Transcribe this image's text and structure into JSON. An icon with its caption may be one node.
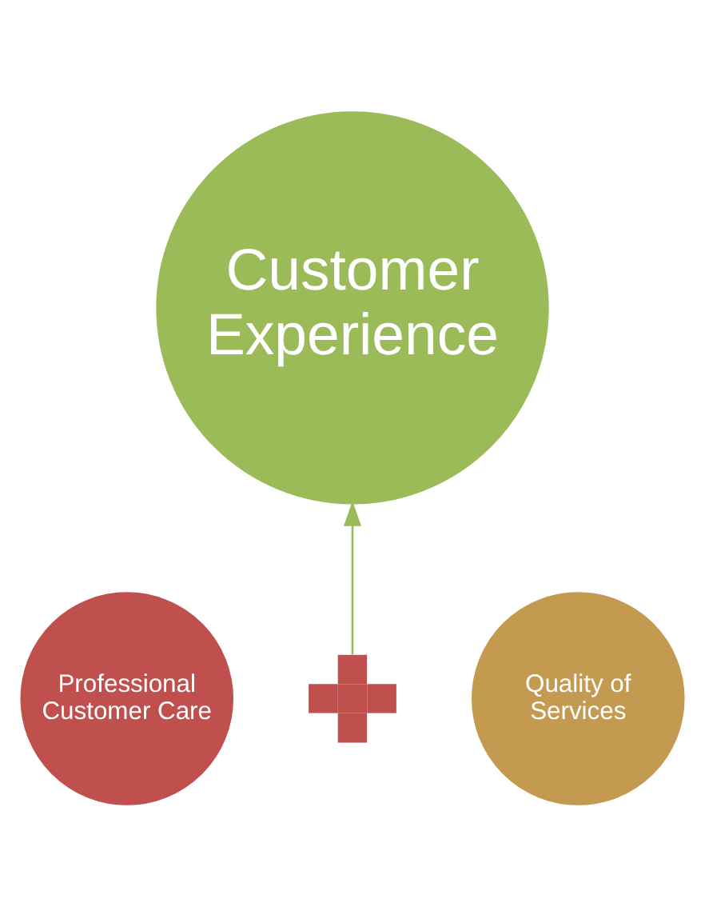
{
  "diagram": {
    "nodes": [
      {
        "text": [
          "Customer Experience"
        ]
      },
      {
        "text": [
          "Professional Customer Care"
        ]
      },
      {
        "text": [],
        "shape": "cross"
      },
      {
        "text": [
          "Quality of Services"
        ]
      }
    ],
    "edges": [
      {
        "from": 2,
        "to": 0,
        "arrow": "to",
        "color": "#9bbb59"
      }
    ]
  }
}
